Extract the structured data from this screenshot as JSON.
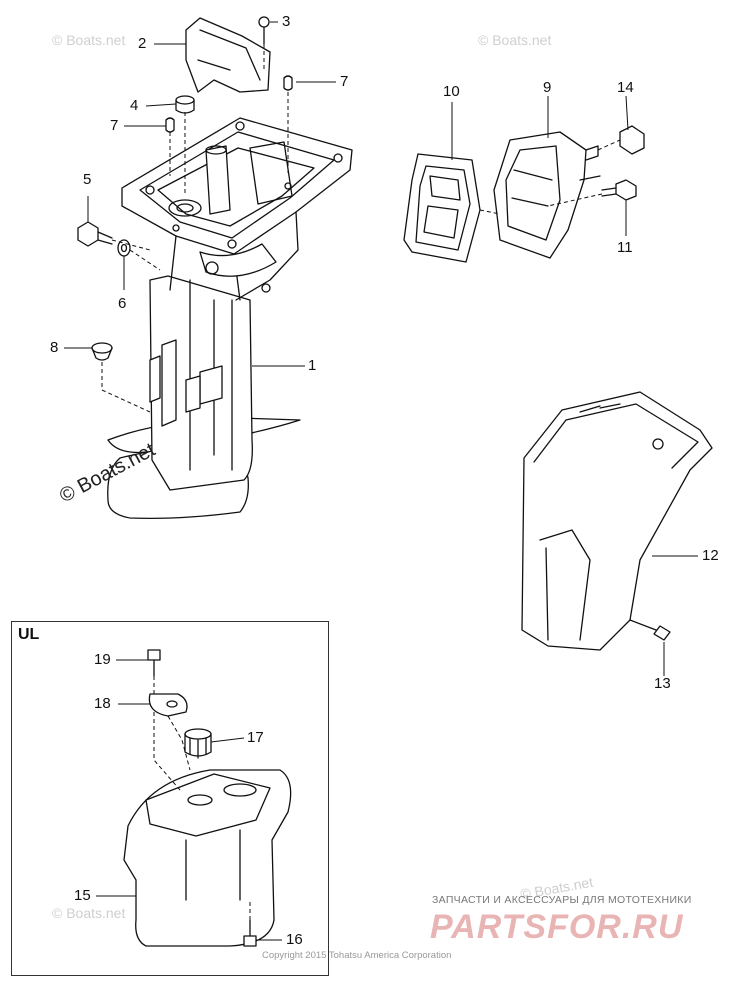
{
  "watermarks": {
    "top_left": "© Boats.net",
    "top_right": "© Boats.net",
    "main": "© Boats.net",
    "bottom_left": "© Boats.net",
    "bottom_right": "© Boats.net"
  },
  "inset": {
    "label": "UL"
  },
  "callouts": {
    "c1": "1",
    "c2": "2",
    "c3": "3",
    "c4": "4",
    "c5": "5",
    "c6": "6",
    "c7a": "7",
    "c7b": "7",
    "c8": "8",
    "c9": "9",
    "c10": "10",
    "c11": "11",
    "c12": "12",
    "c13": "13",
    "c14": "14",
    "c15": "15",
    "c16": "16",
    "c17": "17",
    "c18": "18",
    "c19": "19"
  },
  "footer": {
    "shop_caption": "ЗАПЧАСТИ И АКСЕССУАРЫ ДЛЯ МОТОТЕХНИКИ",
    "shop_logo": "PARTSFOR.RU",
    "copyright": "Copyright 2015 Tohatsu America Corporation"
  }
}
